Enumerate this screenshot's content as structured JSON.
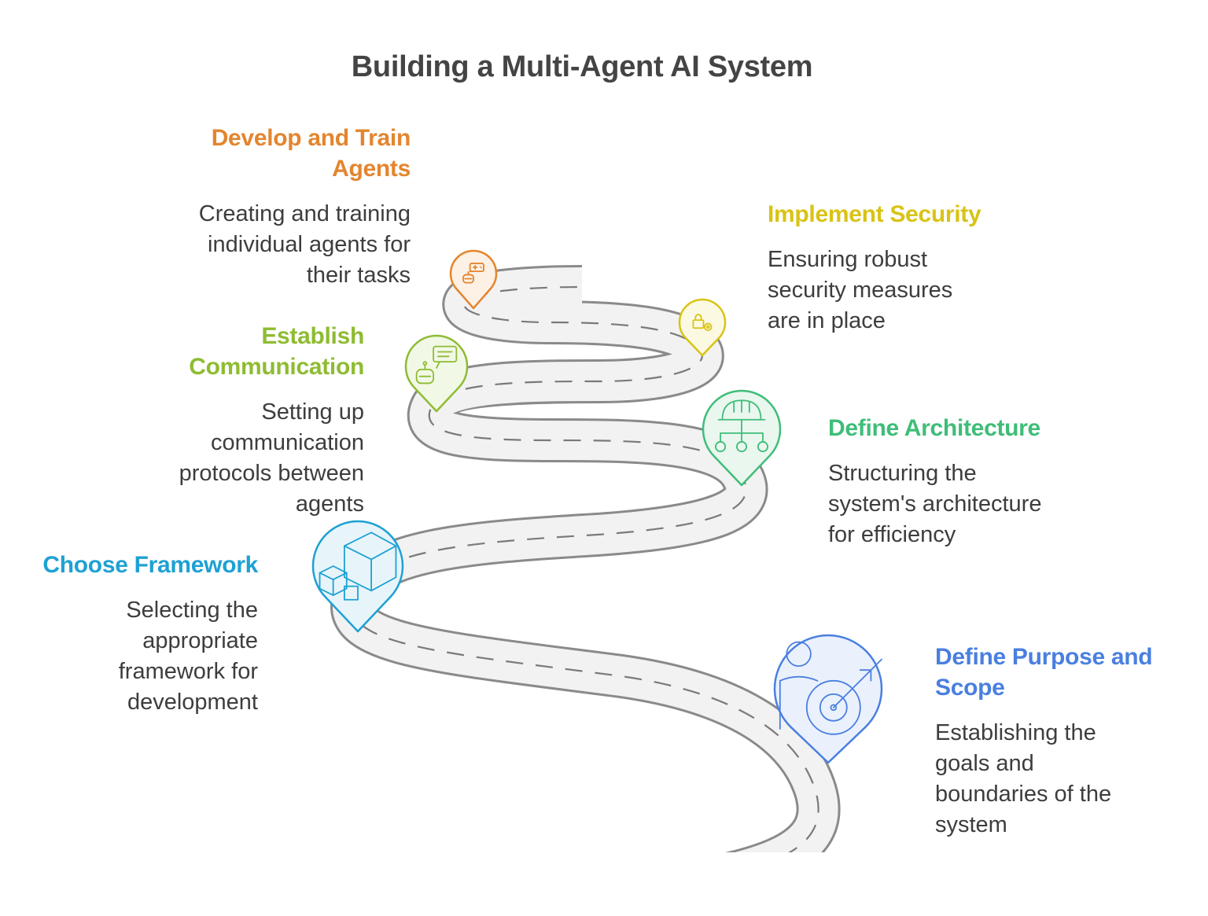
{
  "title": "Building a Multi-Agent AI System",
  "steps": [
    {
      "id": "purpose",
      "color": "#4a7fe0",
      "fill": "#eaf1fd",
      "icon": "target-person-icon",
      "head": [
        "Define Purpose and",
        "Scope"
      ],
      "desc": [
        "Establishing the",
        "goals and",
        "boundaries of the",
        "system"
      ]
    },
    {
      "id": "framework",
      "color": "#1ea1d3",
      "fill": "#e7f5fb",
      "icon": "boxes-icon",
      "head": [
        "Choose Framework"
      ],
      "desc": [
        "Selecting the",
        "appropriate",
        "framework for",
        "development"
      ]
    },
    {
      "id": "architecture",
      "color": "#3fbd79",
      "fill": "#e9f7ef",
      "icon": "network-hardhat-icon",
      "head": [
        "Define Architecture"
      ],
      "desc": [
        "Structuring the",
        "system's architecture",
        "for efficiency"
      ]
    },
    {
      "id": "communication",
      "color": "#8ebc32",
      "fill": "#f2f8e6",
      "icon": "robot-chat-icon",
      "head": [
        "Establish",
        "Communication"
      ],
      "desc": [
        "Setting up",
        "communication",
        "protocols between",
        "agents"
      ]
    },
    {
      "id": "security",
      "color": "#d9c314",
      "fill": "#fcf9e2",
      "icon": "lock-gear-icon",
      "head": [
        "Implement Security"
      ],
      "desc": [
        "Ensuring robust",
        "security measures",
        "are in place"
      ]
    },
    {
      "id": "develop",
      "color": "#e3852e",
      "fill": "#fdf1e6",
      "icon": "robot-gamepad-icon",
      "head": [
        "Develop and Train",
        "Agents"
      ],
      "desc": [
        "Creating and training",
        "individual agents for",
        "their tasks"
      ]
    }
  ]
}
